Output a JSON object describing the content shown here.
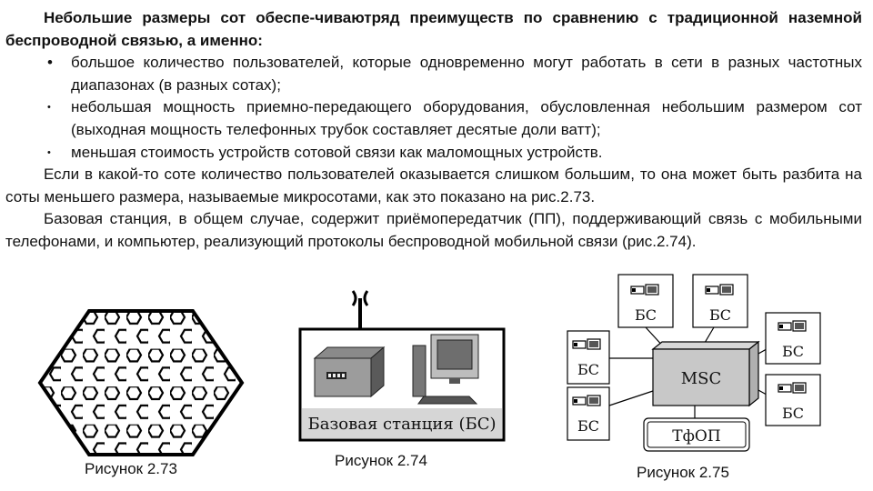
{
  "text": {
    "intro": "Небольшие размеры сот обеспе-чиваютряд преимуществ по сравнению с традиционной наземной беспроводной связью, а именно:",
    "bullets": [
      {
        "marker": "•",
        "text": "большое количество пользователей, которые одновременно могут работать в сети в разных частотных диапазонах (в разных сотах);"
      },
      {
        "marker": "•",
        "text": "небольшая мощность приемно-передающего оборудования, обусловленная небольшим размером сот (выходная мощность телефонных трубок составляет десятые доли ватт);"
      },
      {
        "marker": "•",
        "text": "меньшая стоимость устройств сотовой связи как маломощных устройств."
      }
    ],
    "para2": "Если в какой-то соте количество пользователей оказывается слишком большим, то она может быть разбита на соты меньшего размера, называемые микросотами, как это показано на рис.2.73.",
    "para3": "Базовая станция, в общем случае, содержит приёмопередатчик (ПП), поддерживающий связь с мобильными телефонами, и компьютер, реализующий протоколы беспроводной мобильной связи (рис.2.74)."
  },
  "figures": {
    "fig273": {
      "caption": "Рисунок 2.73"
    },
    "fig274": {
      "caption": "Рисунок 2.74",
      "box_label": "Базовая станция (БС)"
    },
    "fig275": {
      "caption": "Рисунок 2.75",
      "center_label": "MSC",
      "pstn_label": "ТфОП",
      "station_label": "БС"
    }
  }
}
